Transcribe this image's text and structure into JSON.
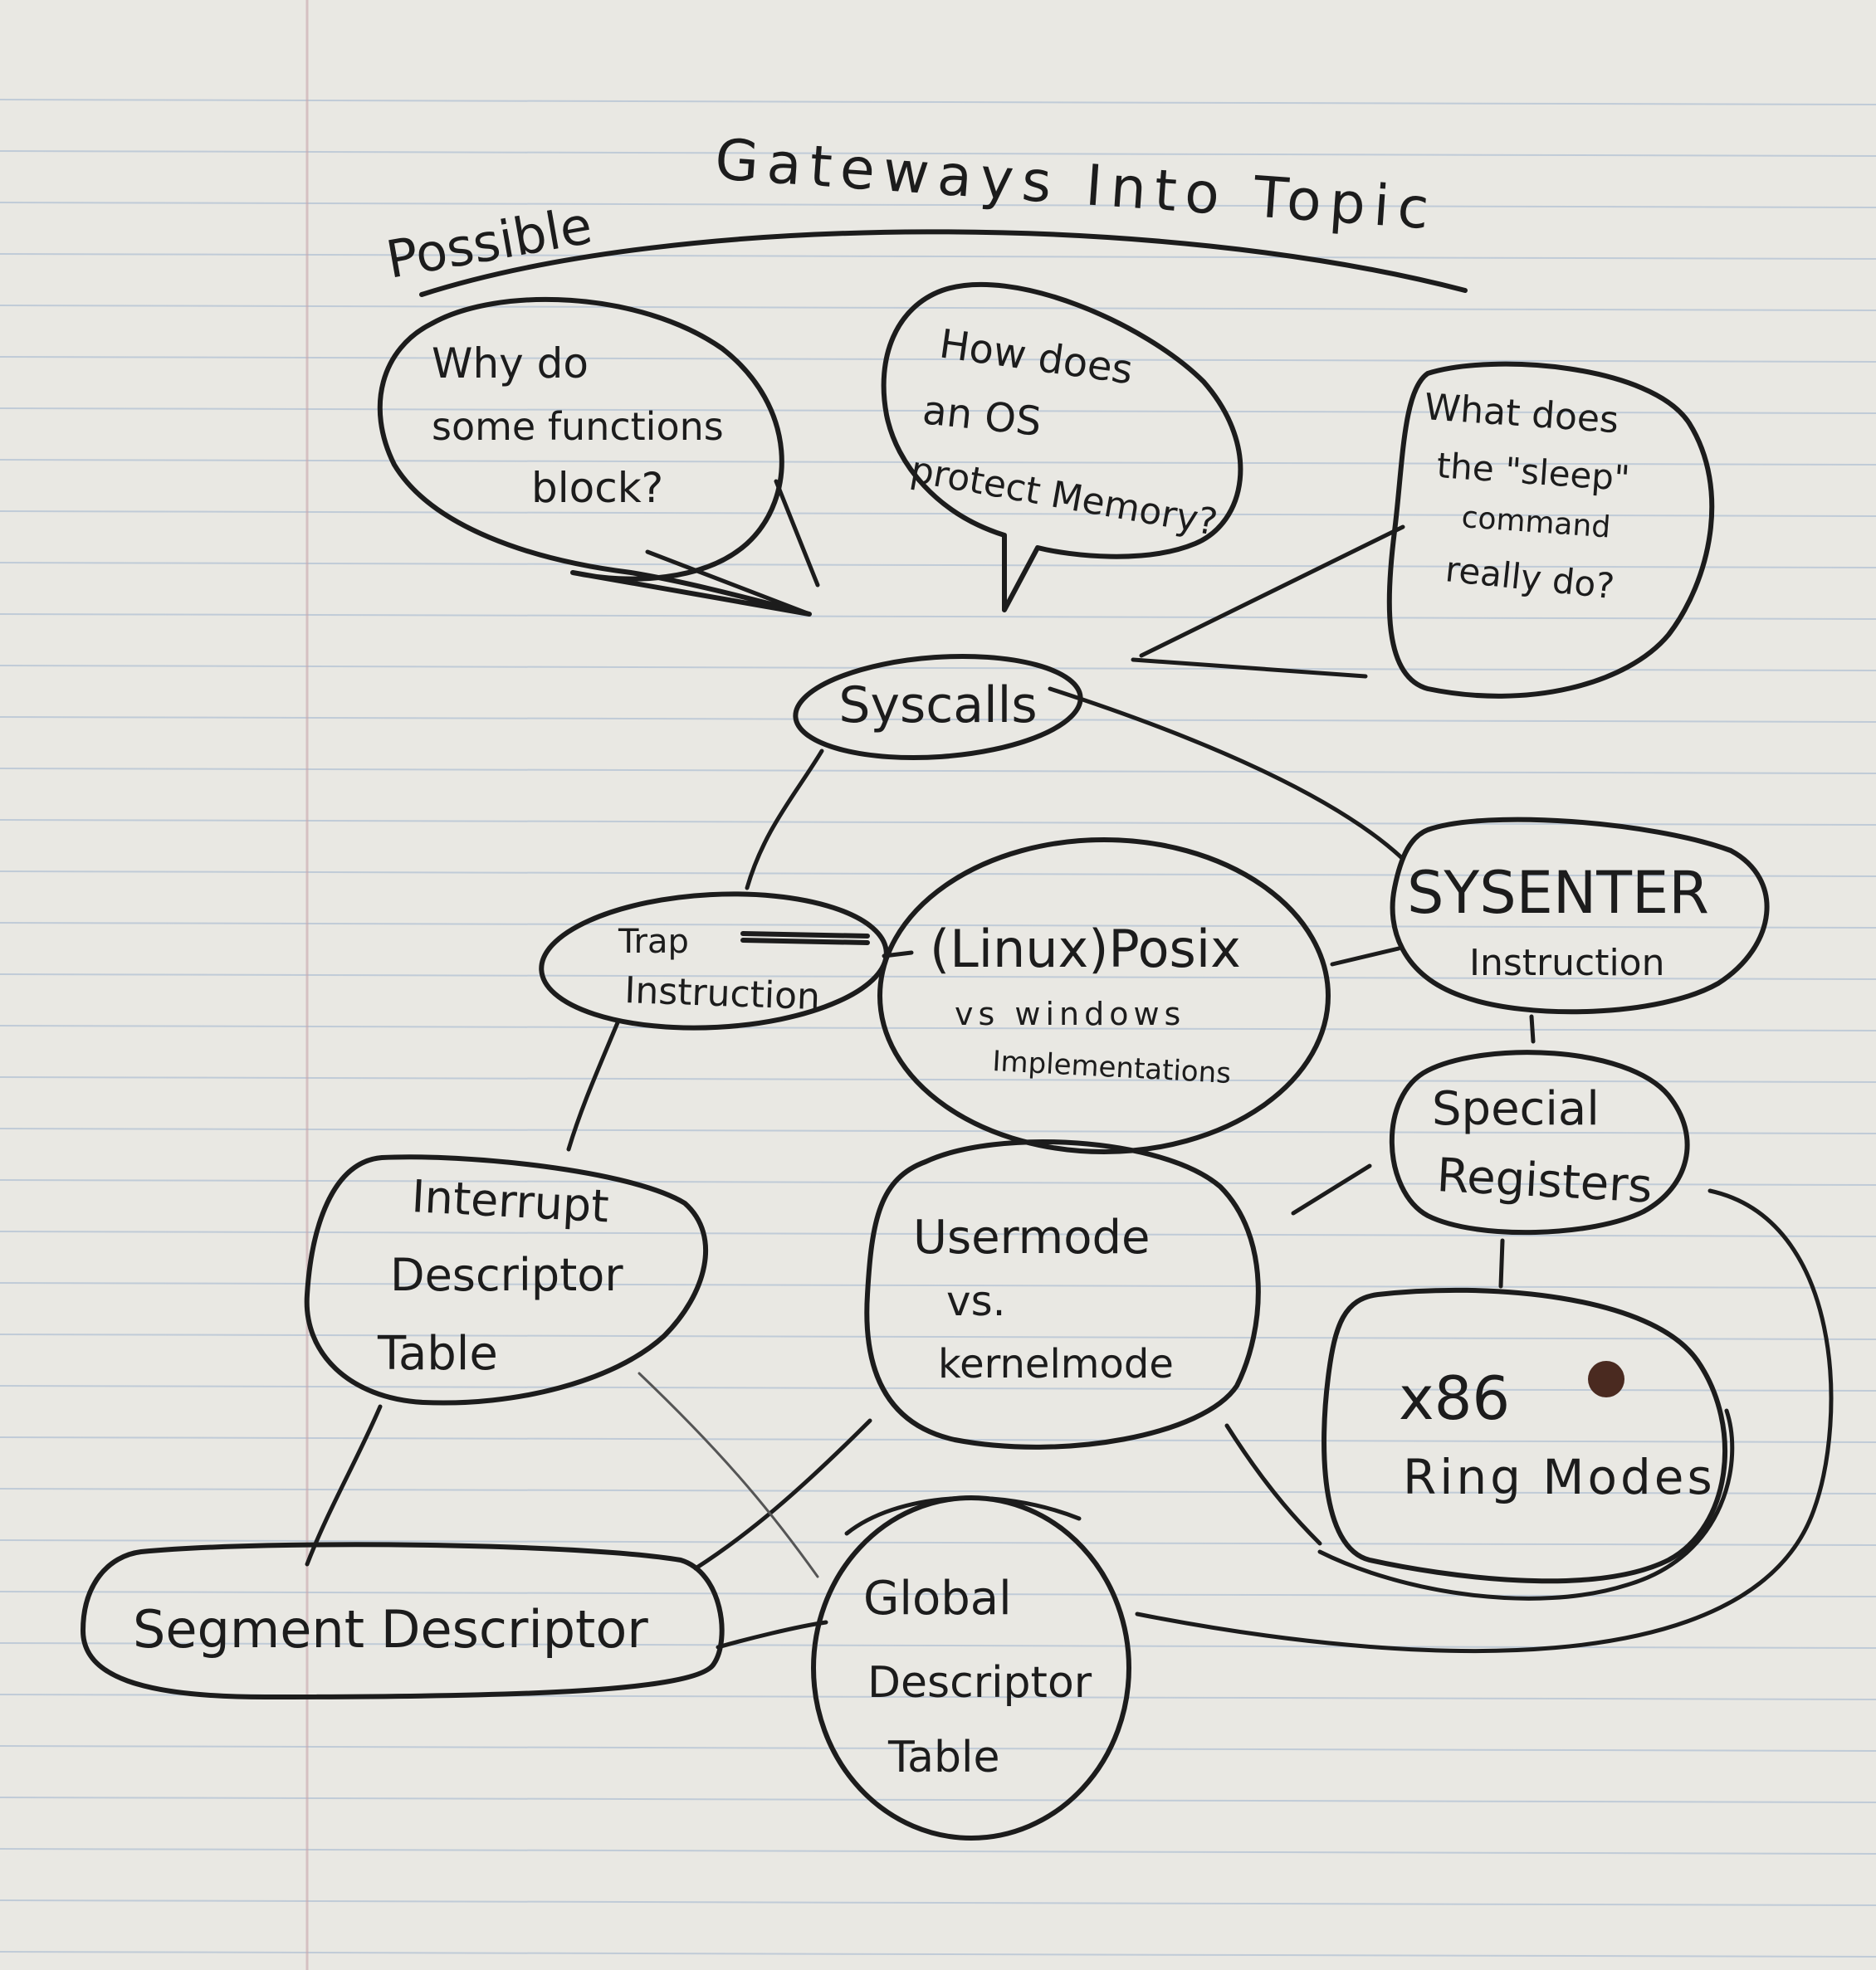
{
  "title": {
    "line1": "Possible",
    "line2": "Gateways Into Topic"
  },
  "questions": [
    {
      "id": "q1",
      "lines": [
        "Why do",
        "some functions",
        "block?"
      ]
    },
    {
      "id": "q2",
      "lines": [
        "How does",
        "an OS",
        "protect Memory?"
      ]
    },
    {
      "id": "q3",
      "lines": [
        "What does",
        "the \"sleep\"",
        "command",
        "really do?"
      ]
    }
  ],
  "nodes": [
    {
      "id": "syscalls",
      "lines": [
        "Syscalls"
      ]
    },
    {
      "id": "trap",
      "lines": [
        "Trap",
        "Instruction"
      ]
    },
    {
      "id": "posix",
      "lines": [
        "(Linux)Posix",
        "vs windows",
        "Implementations"
      ]
    },
    {
      "id": "sysenter",
      "lines": [
        "SYSENTER",
        "Instruction"
      ]
    },
    {
      "id": "special",
      "lines": [
        "Special",
        "Registers"
      ]
    },
    {
      "id": "idt",
      "lines": [
        "Interrupt",
        "Descriptor",
        "Table"
      ]
    },
    {
      "id": "usermode",
      "lines": [
        "Usermode",
        "vs.",
        "kernelmode"
      ]
    },
    {
      "id": "x86",
      "lines": [
        "x86",
        "Ring Modes"
      ]
    },
    {
      "id": "segdesc",
      "lines": [
        "Segment Descriptor"
      ]
    },
    {
      "id": "gdt",
      "lines": [
        "Global",
        "Descriptor",
        "Table"
      ]
    }
  ],
  "edges": [
    [
      "q1",
      "syscalls"
    ],
    [
      "q2",
      "syscalls"
    ],
    [
      "q3",
      "syscalls"
    ],
    [
      "syscalls",
      "trap"
    ],
    [
      "syscalls",
      "sysenter"
    ],
    [
      "trap",
      "posix"
    ],
    [
      "posix",
      "sysenter"
    ],
    [
      "trap",
      "idt"
    ],
    [
      "sysenter",
      "special"
    ],
    [
      "special",
      "usermode"
    ],
    [
      "special",
      "x86"
    ],
    [
      "special",
      "gdt"
    ],
    [
      "usermode",
      "x86"
    ],
    [
      "usermode",
      "segdesc"
    ],
    [
      "idt",
      "segdesc"
    ],
    [
      "idt",
      "gdt"
    ],
    [
      "segdesc",
      "gdt"
    ]
  ],
  "colors": {
    "paper": "#e9e8e3",
    "rule": "#9fb4cf",
    "margin": "#c9a7ad",
    "ink": "#1c1c1c",
    "pencil": "#555555"
  }
}
